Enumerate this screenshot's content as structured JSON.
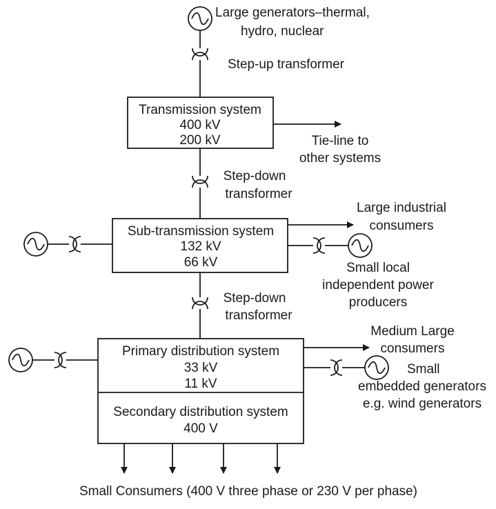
{
  "diagram": {
    "top_generator": {
      "label_line1": "Large generators–thermal,",
      "label_line2": "hydro, nuclear"
    },
    "stepup_transformer": {
      "label": "Step-up transformer"
    },
    "transmission": {
      "title": "Transmission system",
      "voltage1": "400 kV",
      "voltage2": "200 kV"
    },
    "tie_line": {
      "label_line1": "Tie-line to",
      "label_line2": "other systems"
    },
    "stepdown1": {
      "label_line1": "Step-down",
      "label_line2": "transformer"
    },
    "subtransmission": {
      "title": "Sub-transmission system",
      "voltage1": "132 kV",
      "voltage2": "66 kV"
    },
    "large_industrial": {
      "label_line1": "Large industrial",
      "label_line2": "consumers"
    },
    "small_local": {
      "label_line1": "Small local",
      "label_line2": "independent power",
      "label_line3": "producers"
    },
    "stepdown2": {
      "label_line1": "Step-down",
      "label_line2": "transformer"
    },
    "primary": {
      "title": "Primary distribution system",
      "voltage1": "33 kV",
      "voltage2": "11 kV"
    },
    "medium_large": {
      "label_line1": "Medium Large",
      "label_line2": "consumers"
    },
    "embedded": {
      "label_line1": "Small",
      "label_line2": "embedded generators",
      "label_line3": "e.g. wind generators"
    },
    "secondary": {
      "title": "Secondary distribution system",
      "voltage1": "400 V"
    },
    "small_consumers": {
      "label": "Small Consumers (400 V three phase or 230 V per phase)"
    }
  }
}
